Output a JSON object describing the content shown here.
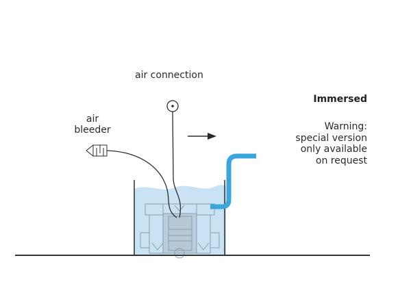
{
  "labels": {
    "air_connection": "air connection",
    "air_bleeder_lines": [
      "air",
      "bleeder"
    ],
    "title": "Immersed",
    "warning_lines": [
      "Warning:",
      "special version",
      "only available",
      "on request"
    ]
  },
  "icons": {
    "air_connection": "circled-dot-icon",
    "air_bleeder": "silencer-icon",
    "flow_direction": "arrow-right-icon"
  },
  "colors": {
    "water": "#c9e3f4",
    "pipe": "#3aa6db",
    "line": "#2b2b2b",
    "pump": "#8f9ba6",
    "pump_center": "#a9bccb"
  }
}
